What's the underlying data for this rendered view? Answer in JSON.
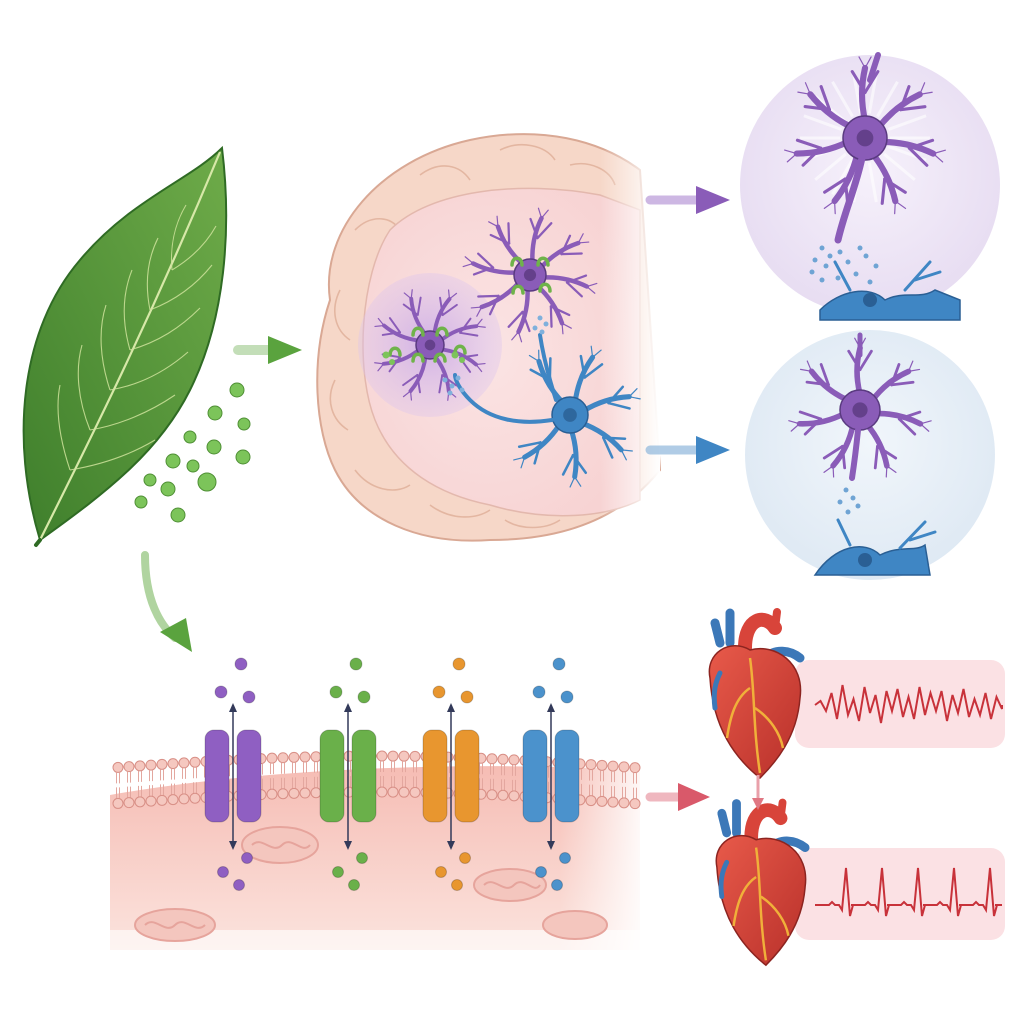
{
  "palette": {
    "leaf": "#5a9a3c",
    "leaf_dark": "#2f6b24",
    "molecule_green": "#7cc45a",
    "brain": "#f6d7c8",
    "brain_outline": "#d9a894",
    "neuron_purple": "#8a5cb8",
    "neuron_blue": "#3f86c4",
    "receptor_green": "#6fb34a",
    "membrane_pink": "#f2b6ae",
    "channel_purple": "#8f5fc2",
    "channel_green": "#6ab04a",
    "channel_orange": "#e8962f",
    "channel_blue": "#4b92cc",
    "heart_red": "#d9443a",
    "vessel_blue": "#3c78b8",
    "ecg_line": "#c8323a",
    "ecg_panel": "#fbe1e4",
    "panel_purple": "#ece3f4",
    "panel_blue": "#e2ecf6",
    "arrow_green": "#5aa33e",
    "arrow_purple": "#8a5cb8",
    "arrow_blue": "#3f86c4",
    "arrow_red": "#d9596a"
  },
  "icons": [
    "leaf-icon",
    "brain-icon",
    "neuron-icon",
    "ion-channel-icon",
    "heart-icon",
    "ecg-trace-icon"
  ],
  "ion_channels": [
    {
      "name": "channel-purple",
      "color": "#8f5fc2"
    },
    {
      "name": "channel-green",
      "color": "#6ab04a"
    },
    {
      "name": "channel-orange",
      "color": "#e8962f"
    },
    {
      "name": "channel-blue",
      "color": "#4b92cc"
    }
  ],
  "ecg_traces": [
    {
      "name": "irregular-rhythm",
      "pattern": "fibrillation"
    },
    {
      "name": "regular-rhythm",
      "pattern": "sinus"
    }
  ]
}
